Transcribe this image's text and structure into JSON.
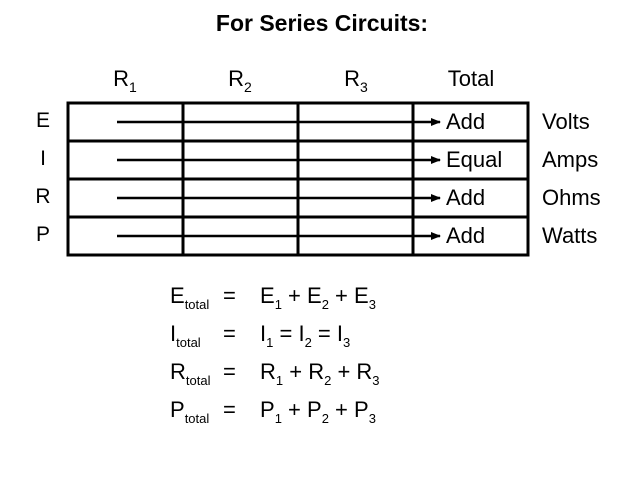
{
  "title": "For Series Circuits:",
  "columns": [
    {
      "base": "R",
      "sub": "1"
    },
    {
      "base": "R",
      "sub": "2"
    },
    {
      "base": "R",
      "sub": "3"
    },
    {
      "label": "Total"
    }
  ],
  "rows": [
    {
      "quantity": "E",
      "rule": "Add",
      "unit": "Volts"
    },
    {
      "quantity": "I",
      "rule": "Equal",
      "unit": "Amps"
    },
    {
      "quantity": "R",
      "rule": "Add",
      "unit": "Ohms"
    },
    {
      "quantity": "P",
      "rule": "Add",
      "unit": "Watts"
    }
  ],
  "equations": [
    {
      "lhs_base": "E",
      "lhs_sub": "total",
      "sign": "=",
      "terms": [
        {
          "base": "E",
          "sub": "1"
        },
        {
          "op": "+"
        },
        {
          "base": "E",
          "sub": "2"
        },
        {
          "op": "+"
        },
        {
          "base": "E",
          "sub": "3"
        }
      ]
    },
    {
      "lhs_base": "I",
      "lhs_sub": "total",
      "sign": "=",
      "terms": [
        {
          "base": "I",
          "sub": "1"
        },
        {
          "op": "="
        },
        {
          "base": "I",
          "sub": "2"
        },
        {
          "op": "="
        },
        {
          "base": "I",
          "sub": "3"
        }
      ]
    },
    {
      "lhs_base": "R",
      "lhs_sub": "total",
      "sign": "=",
      "terms": [
        {
          "base": "R",
          "sub": "1"
        },
        {
          "op": "+"
        },
        {
          "base": "R",
          "sub": "2"
        },
        {
          "op": "+"
        },
        {
          "base": "R",
          "sub": "3"
        }
      ]
    },
    {
      "lhs_base": "P",
      "lhs_sub": "total",
      "sign": "=",
      "terms": [
        {
          "base": "P",
          "sub": "1"
        },
        {
          "op": "+"
        },
        {
          "base": "P",
          "sub": "2"
        },
        {
          "op": "+"
        },
        {
          "base": "P",
          "sub": "3"
        }
      ]
    }
  ]
}
